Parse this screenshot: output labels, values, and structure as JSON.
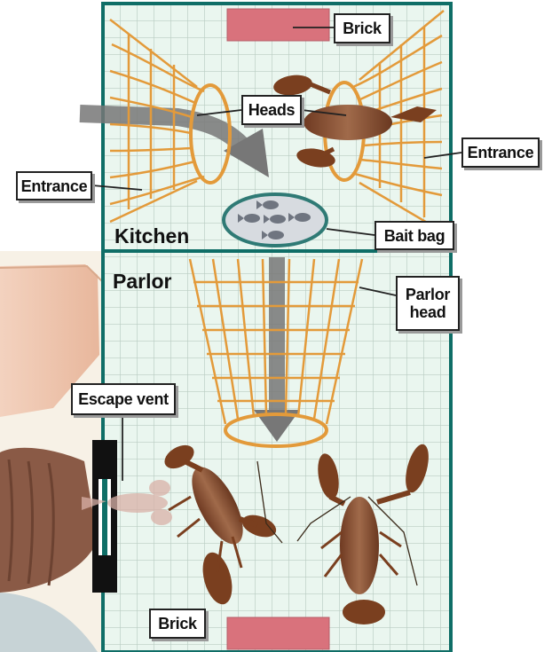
{
  "labels": {
    "brick_top": "Brick",
    "heads": "Heads",
    "entrance_right": "Entrance",
    "entrance_left": "Entrance",
    "kitchen": "Kitchen",
    "bait_bag": "Bait bag",
    "parlor": "Parlor",
    "parlor_head_line1": "Parlor",
    "parlor_head_line2": "head",
    "escape_vent": "Escape vent",
    "brick_bottom": "Brick"
  },
  "colors": {
    "trap_background": "#eaf6ef",
    "grid_line": "#b9ccc2",
    "frame": "#0f6e67",
    "net": "#e39a3a",
    "brick": "#d9727c",
    "bait_bag_fill": "#d7dbe0",
    "bait_bag_border": "#2f7a75",
    "flow_arrow": "#777777",
    "lobster": "#7a3f1f"
  }
}
